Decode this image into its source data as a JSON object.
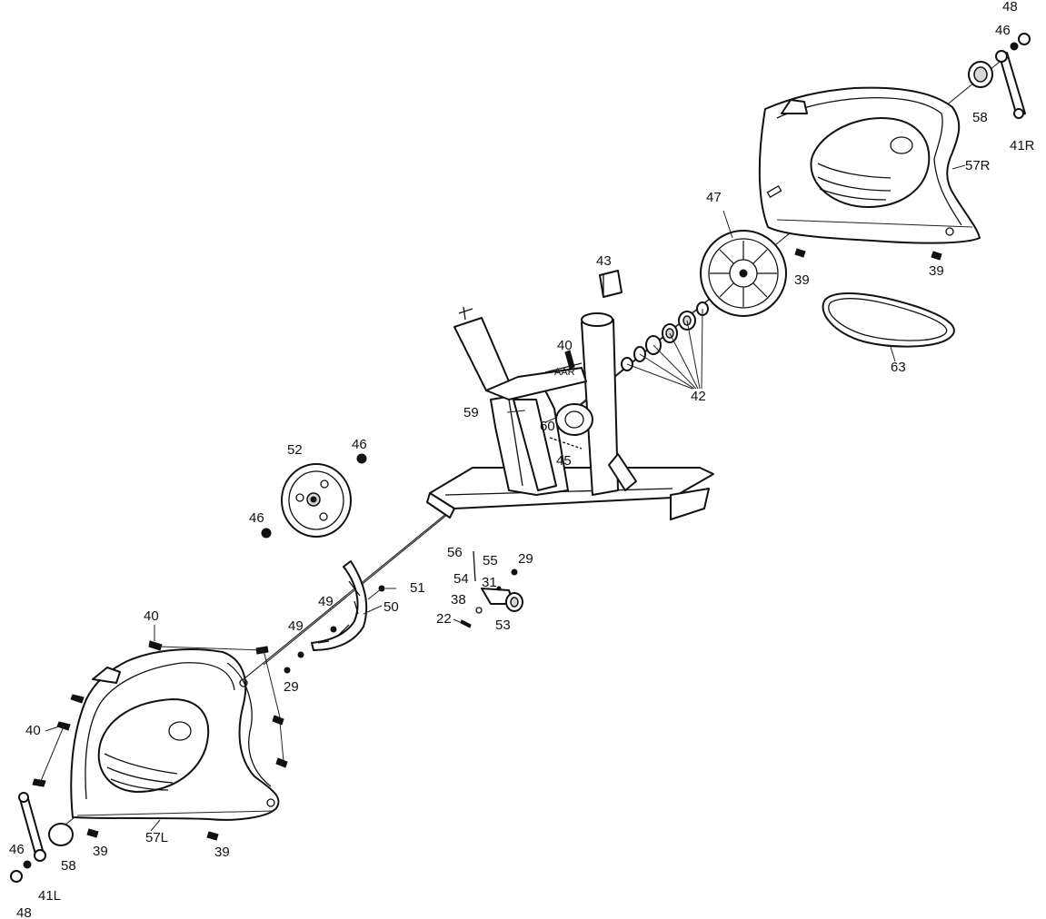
{
  "callouts": {
    "p48_top": "48",
    "p46_top": "46",
    "p58_right": "58",
    "p41R": "41R",
    "p57R": "57R",
    "p47": "47",
    "p39_r1": "39",
    "p39_r2": "39",
    "p43": "43",
    "p63": "63",
    "p40_mid": "40",
    "p42": "42",
    "p59": "59",
    "p60": "60",
    "p45": "45",
    "p52": "52",
    "p46_a": "46",
    "p46_b": "46",
    "p56": "56",
    "p55": "55",
    "p29_r": "29",
    "p54": "54",
    "p31": "31",
    "p38": "38",
    "p22": "22",
    "p53": "53",
    "p51": "51",
    "p49_a": "49",
    "p50": "50",
    "p49_b": "49",
    "p29_l": "29",
    "p40_top": "40",
    "p40_left": "40",
    "p46_bot": "46",
    "p58_left": "58",
    "p39_l1": "39",
    "p57L": "57L",
    "p39_l2": "39",
    "p41L": "41L",
    "p48_bot": "48"
  }
}
